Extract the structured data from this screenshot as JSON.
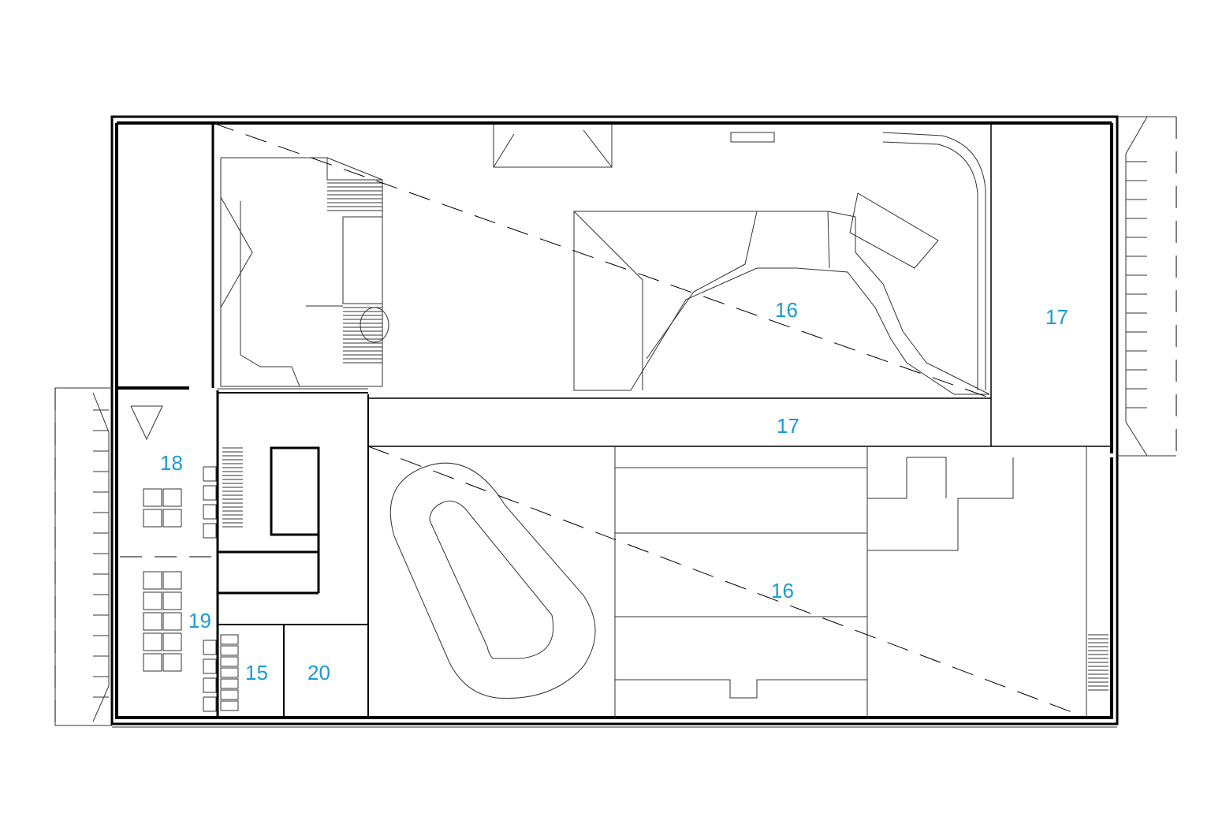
{
  "room_labels": {
    "r15": "15",
    "r16_upper": "16",
    "r16_lower": "16",
    "r17_right": "17",
    "r17_middle": "17",
    "r18": "18",
    "r19": "19",
    "r20": "20"
  },
  "colors": {
    "label": "#1a9ad6",
    "line": "#000000",
    "background": "#ffffff"
  }
}
